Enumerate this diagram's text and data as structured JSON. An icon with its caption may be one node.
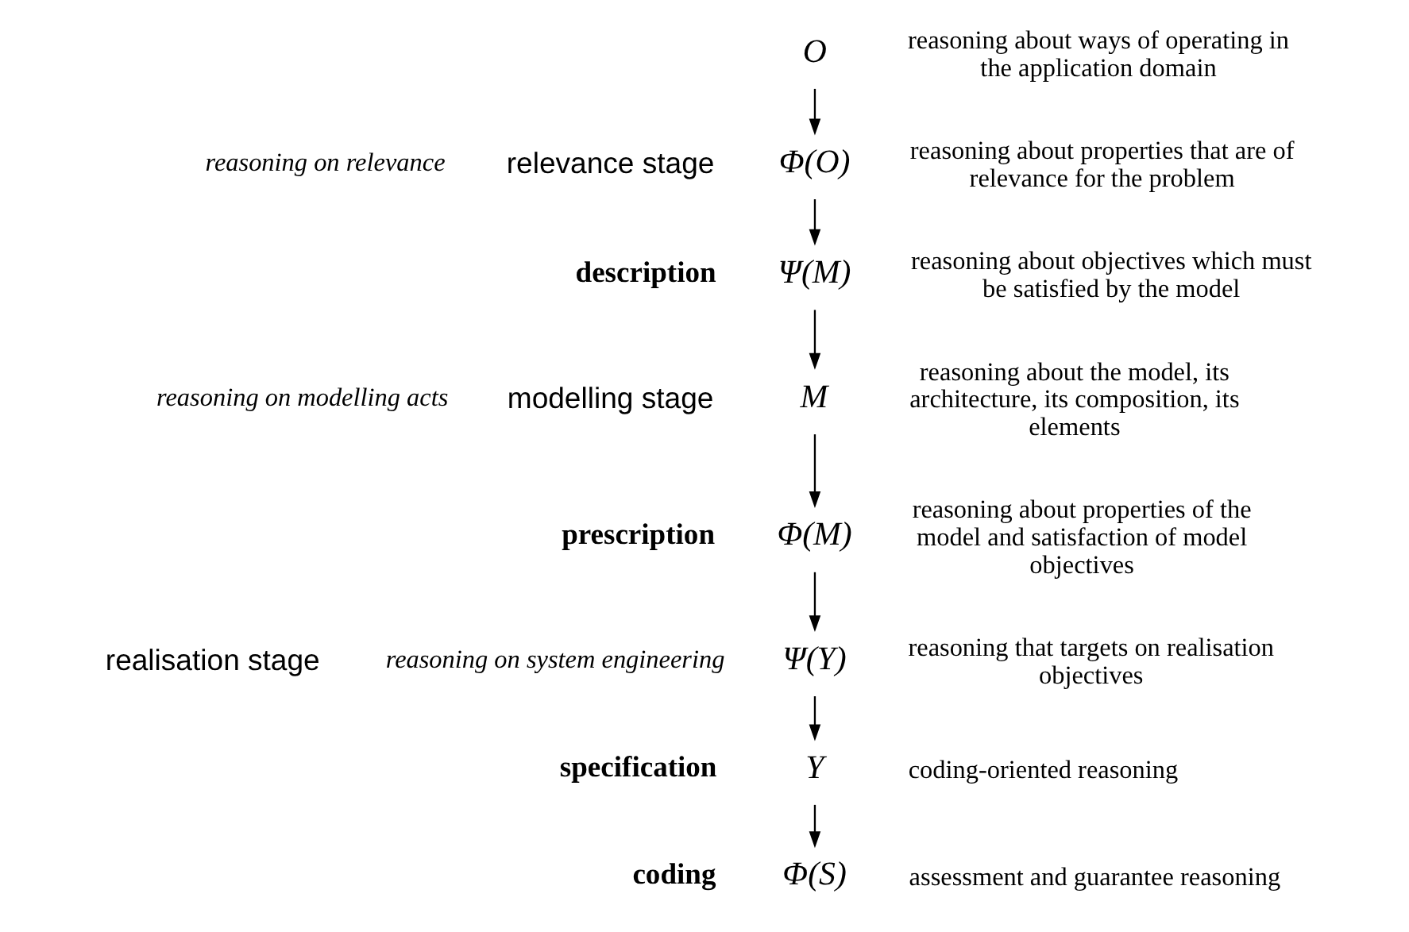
{
  "diagram": {
    "nodes": [
      {
        "text": [
          "O"
        ],
        "beside": [
          "reasoning about ways of operating in the application domain"
        ]
      },
      {
        "text": [
          "Φ(O)"
        ],
        "beside": [
          "reasoning about properties that are of relevance for the problem"
        ]
      },
      {
        "text": [
          "Ψ(M)"
        ],
        "beside": [
          "reasoning about objectives which must be satisfied by the model"
        ]
      },
      {
        "text": [
          "M"
        ],
        "beside": [
          "reasoning about the model, its architecture, its composition, its elements"
        ]
      },
      {
        "text": [
          "Φ(M)"
        ],
        "beside": [
          "reasoning about properties of the model and satisfaction of model objectives"
        ]
      },
      {
        "text": [
          "Ψ(Y)"
        ],
        "beside": [
          "reasoning that targets on realisation objectives"
        ]
      },
      {
        "text": [
          "Y"
        ],
        "beside": [
          "coding-oriented reasoning"
        ]
      },
      {
        "text": [
          "Φ(S)"
        ],
        "beside": [
          "assessment and guarantee reasoning"
        ]
      }
    ],
    "edges": [
      {
        "from": 0,
        "to": 1,
        "arrow": "to"
      },
      {
        "from": 1,
        "to": 2,
        "arrow": "to"
      },
      {
        "from": 2,
        "to": 3,
        "arrow": "to"
      },
      {
        "from": 3,
        "to": 4,
        "arrow": "to"
      },
      {
        "from": 4,
        "to": 5,
        "arrow": "to"
      },
      {
        "from": 5,
        "to": 6,
        "arrow": "to"
      },
      {
        "from": 6,
        "to": 7,
        "arrow": "to"
      }
    ],
    "labels": [
      "reasoning on relevance",
      "relevance stage",
      "description",
      "reasoning on modelling acts",
      "modelling stage",
      "prescription",
      "realisation stage",
      "reasoning on system engineering",
      "specification",
      "coding"
    ]
  }
}
